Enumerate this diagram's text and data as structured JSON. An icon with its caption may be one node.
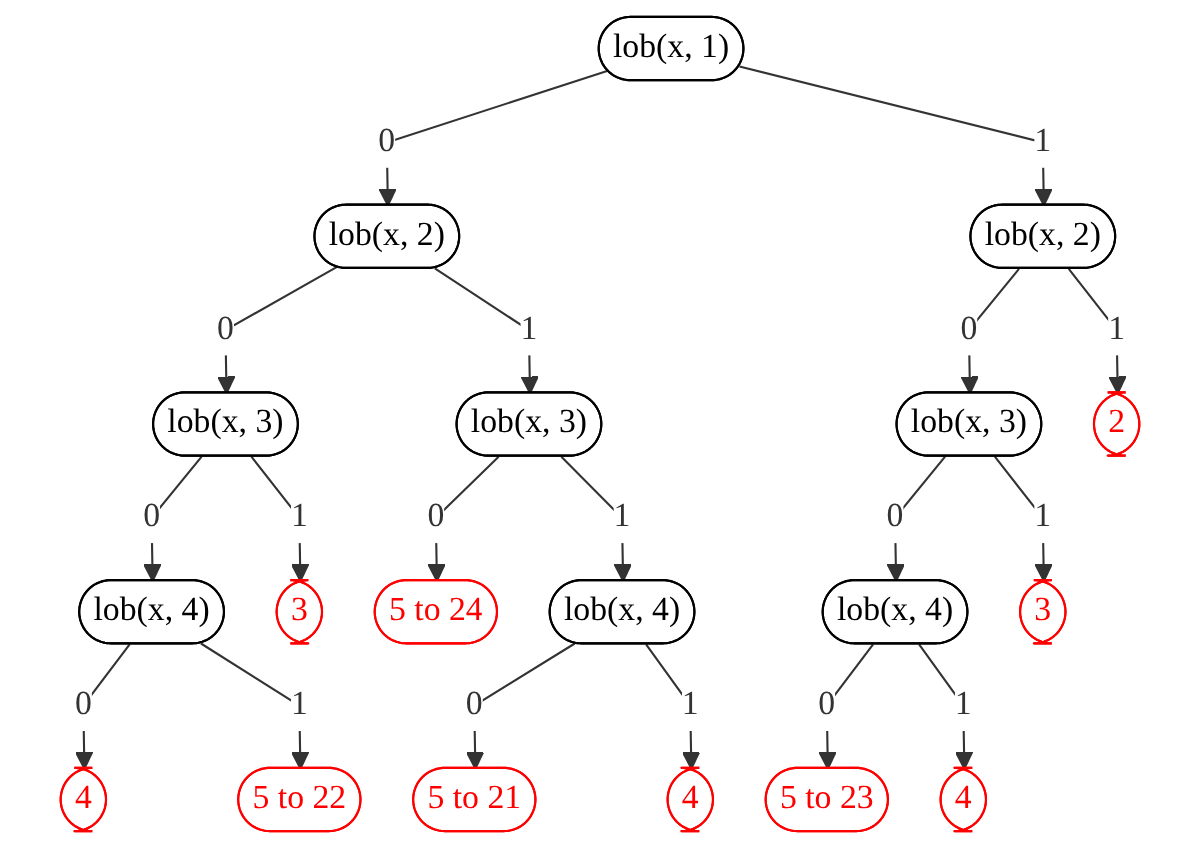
{
  "diagram": {
    "nodes": [
      {
        "text": [
          "lob(x, 1)"
        ]
      },
      {
        "text": [
          "lob(x, 2)"
        ]
      },
      {
        "text": [
          "lob(x, 2)"
        ]
      },
      {
        "text": [
          "lob(x, 3)"
        ]
      },
      {
        "text": [
          "lob(x, 3)"
        ]
      },
      {
        "text": [
          "lob(x, 3)"
        ]
      },
      {
        "text": [
          "2"
        ]
      },
      {
        "text": [
          "lob(x, 4)"
        ]
      },
      {
        "text": [
          "3"
        ]
      },
      {
        "text": [
          "5 to 24"
        ]
      },
      {
        "text": [
          "lob(x, 4)"
        ]
      },
      {
        "text": [
          "lob(x, 4)"
        ]
      },
      {
        "text": [
          "3"
        ]
      },
      {
        "text": [
          "4"
        ]
      },
      {
        "text": [
          "5 to 22"
        ]
      },
      {
        "text": [
          "5 to 21"
        ]
      },
      {
        "text": [
          "4"
        ]
      },
      {
        "text": [
          "5 to 23"
        ]
      },
      {
        "text": [
          "4"
        ]
      }
    ],
    "edges": [
      {
        "from": 0,
        "to": 1,
        "arrow": "to",
        "label": "0"
      },
      {
        "from": 0,
        "to": 2,
        "arrow": "to",
        "label": "1"
      },
      {
        "from": 1,
        "to": 3,
        "arrow": "to",
        "label": "0"
      },
      {
        "from": 1,
        "to": 4,
        "arrow": "to",
        "label": "1"
      },
      {
        "from": 2,
        "to": 5,
        "arrow": "to",
        "label": "0"
      },
      {
        "from": 2,
        "to": 6,
        "arrow": "to",
        "label": "1"
      },
      {
        "from": 3,
        "to": 7,
        "arrow": "to",
        "label": "0"
      },
      {
        "from": 3,
        "to": 8,
        "arrow": "to",
        "label": "1"
      },
      {
        "from": 4,
        "to": 9,
        "arrow": "to",
        "label": "0"
      },
      {
        "from": 4,
        "to": 10,
        "arrow": "to",
        "label": "1"
      },
      {
        "from": 5,
        "to": 11,
        "arrow": "to",
        "label": "0"
      },
      {
        "from": 5,
        "to": 12,
        "arrow": "to",
        "label": "1"
      },
      {
        "from": 7,
        "to": 13,
        "arrow": "to",
        "label": "0"
      },
      {
        "from": 7,
        "to": 14,
        "arrow": "to",
        "label": "1"
      },
      {
        "from": 10,
        "to": 15,
        "arrow": "to",
        "label": "0"
      },
      {
        "from": 10,
        "to": 16,
        "arrow": "to",
        "label": "1"
      },
      {
        "from": 11,
        "to": 17,
        "arrow": "to",
        "label": "0"
      },
      {
        "from": 11,
        "to": 18,
        "arrow": "to",
        "label": "1"
      }
    ]
  }
}
